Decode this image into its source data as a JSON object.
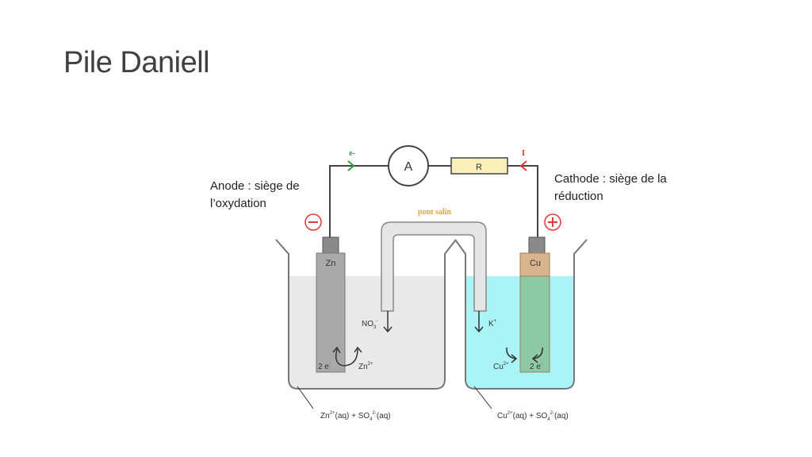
{
  "slide": {
    "title": "Pile Daniell",
    "anode_note": {
      "line1": "Anode : siège de",
      "line2": "l’oxydation"
    },
    "cathode_note": {
      "line1": "Cathode : siège de la",
      "line2": "réduction"
    }
  },
  "diagram": {
    "ammeter_label": "A",
    "resistor_label": "R",
    "electron_label": "e-",
    "current_label": "I",
    "salt_bridge_label": "pont salin",
    "zn_electrode_label": "Zn",
    "cu_electrode_label": "Cu",
    "anode_sign_icon": "minus-circle-icon",
    "cathode_sign_icon": "plus-circle-icon",
    "left_ion": {
      "base": "NO",
      "sub": "3",
      "sup": "-"
    },
    "right_ion": {
      "base": "K",
      "sup": "+"
    },
    "left_reaction": {
      "electrons": "2 e",
      "electrons_sup": "-",
      "ion": "Zn",
      "ion_sup": "2+"
    },
    "right_reaction": {
      "electrons": "2 e",
      "electrons_sup": "-",
      "ion": "Cu",
      "ion_sup": "2+"
    },
    "left_solution": {
      "a": "Zn",
      "a_sup": "2+",
      "b": "(aq) + SO",
      "b_sub": "4",
      "b_sup": "2-",
      "c": "(aq)"
    },
    "right_solution": {
      "a": "Cu",
      "a_sup": "2+",
      "b": "(aq) + SO",
      "b_sub": "4",
      "b_sup": "2-",
      "c": "(aq)"
    },
    "colors": {
      "wire": "#444444",
      "green_arrow": "#2e9e3a",
      "red_arrow": "#e53935",
      "salt_bridge_text": "#e8a33a",
      "left_solution": "#e9e9e9",
      "right_solution": "#aaf3f6",
      "zinc": "#a9a9a9",
      "copper": "#d9b58e",
      "resistor": "#f8f0b8"
    }
  }
}
